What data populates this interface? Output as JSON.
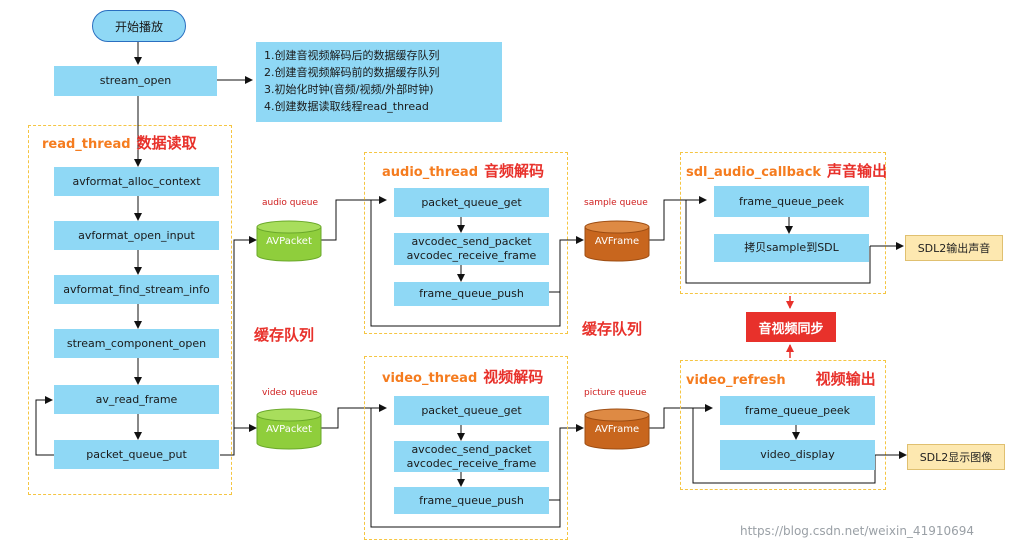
{
  "start": "开始播放",
  "stream_open": "stream_open",
  "note": [
    "1.创建音视频解码后的数据缓存队列",
    "2.创建音视频解码前的数据缓存队列",
    "3.初始化时钟(音频/视频/外部时钟)",
    "4.创建数据读取线程read_thread"
  ],
  "read_thread": {
    "title": "read_thread",
    "title_cn": "数据读取",
    "steps": [
      "avformat_alloc_context",
      "avformat_open_input",
      "avformat_find_stream_info",
      "stream_component_open",
      "av_read_frame",
      "packet_queue_put"
    ]
  },
  "cache_label_1": "缓存队列",
  "cache_label_2": "缓存队列",
  "audio_queue": {
    "label": "audio queue",
    "cyl": "AVPacket"
  },
  "video_queue": {
    "label": "video queue",
    "cyl": "AVPacket"
  },
  "audio_thread": {
    "title": "audio_thread",
    "title_cn": "音频解码",
    "get": "packet_queue_get",
    "send": "avcodec_send_packet",
    "recv": "avcodec_receive_frame",
    "push": "frame_queue_push"
  },
  "video_thread": {
    "title": "video_thread",
    "title_cn": "视频解码",
    "get": "packet_queue_get",
    "send": "avcodec_send_packet",
    "recv": "avcodec_receive_frame",
    "push": "frame_queue_push"
  },
  "sample_queue": {
    "label": "sample queue",
    "cyl": "AVFrame"
  },
  "picture_queue": {
    "label": "picture queue",
    "cyl": "AVFrame"
  },
  "sdl_audio": {
    "title": "sdl_audio_callback",
    "title_cn": "声音输出",
    "peek": "frame_queue_peek",
    "copy": "拷贝sample到SDL",
    "out": "SDL2输出声音"
  },
  "video_refresh": {
    "title": "video_refresh",
    "title_cn": "视频输出",
    "peek": "frame_queue_peek",
    "display": "video_display",
    "out": "SDL2显示图像"
  },
  "sync": "音视频同步",
  "watermark": "https://blog.csdn.net/weixin_41910694",
  "colors": {
    "box": "#8fd8f5",
    "group_border": "#f5c542",
    "title_orange": "#f57c1f",
    "red": "#e8312b",
    "cyl_green": "#8fce3c",
    "cyl_orange": "#c8661e"
  }
}
